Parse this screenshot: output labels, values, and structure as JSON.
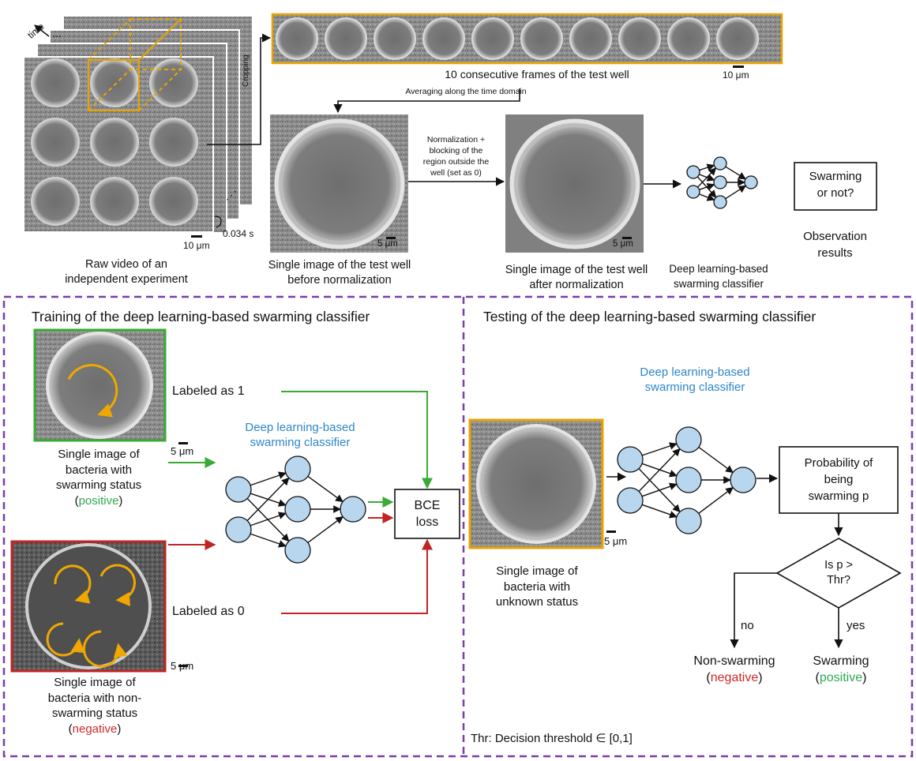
{
  "top": {
    "time_label": "time",
    "cropping_label": "Cropping",
    "frames_caption": "10 consecutive frames of the test well",
    "frames_scale": "10 μm",
    "averaging_label": "Averaging along the time domain",
    "raw_scale": "10 μm",
    "frame_interval": "0.034 s",
    "raw_caption": [
      "Raw video of an",
      "independent experiment"
    ],
    "before_scale": "5 μm",
    "before_caption": [
      "Single image of the test well",
      "before normalization"
    ],
    "normalization_label": [
      "Normalization +",
      "blocking of the",
      "region outside the",
      "well (set as 0)"
    ],
    "after_scale": "5 μm",
    "after_caption": [
      "Single image of the test well",
      "after normalization"
    ],
    "classifier_caption": [
      "Deep learning-based",
      "swarming classifier"
    ],
    "question_box": [
      "Swarming",
      "or not?"
    ],
    "observation_caption": [
      "Observation",
      "results"
    ]
  },
  "training": {
    "title": "Training of the deep learning-based swarming classifier",
    "labeled_1": "Labeled as 1",
    "labeled_0": "Labeled as 0",
    "pos_scale": "5 μm",
    "neg_scale": "5 μm",
    "classifier_label": [
      "Deep learning-based",
      "swarming classifier"
    ],
    "pos_caption": [
      "Single image of",
      "bacteria with",
      "swarming status"
    ],
    "pos_word": "positive",
    "neg_caption": [
      "Single image of",
      "bacteria with non-",
      "swarming status"
    ],
    "neg_word": "negative",
    "loss_box": [
      "BCE",
      "loss"
    ]
  },
  "testing": {
    "title": "Testing of the deep learning-based swarming classifier",
    "classifier_label": [
      "Deep learning-based",
      "swarming classifier"
    ],
    "scale": "5 μm",
    "unknown_caption": [
      "Single image of",
      "bacteria with",
      "unknown status"
    ],
    "prob_box": [
      "Probability of",
      "being",
      "swarming p"
    ],
    "decision": [
      "Is p >",
      "Thr?"
    ],
    "no_label": "no",
    "yes_label": "yes",
    "non_swarming": "Non-swarming",
    "negative": "negative",
    "swarming": "Swarming",
    "positive": "positive",
    "threshold_note": "Thr: Decision threshold ∈ [0,1]"
  },
  "colors": {
    "frame_orange": "#e8a400",
    "panel_purple": "#7a3fa8",
    "pos_green": "#3aaa35",
    "neg_red": "#c02424",
    "node_fill": "#b9d6ef",
    "label_blue": "#2f86c8"
  }
}
